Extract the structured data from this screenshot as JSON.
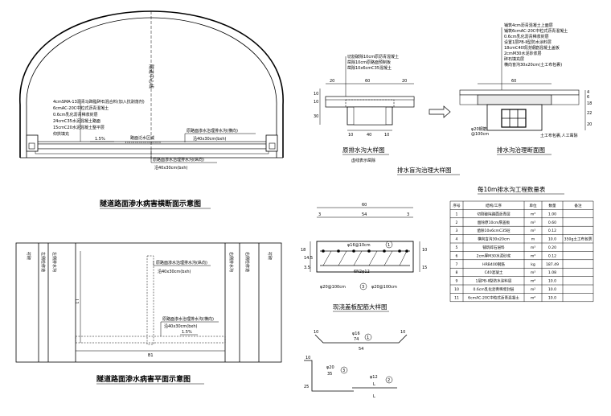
{
  "cross_section": {
    "title": "隧道路面渗水病害横断面示意图",
    "centerline": "隧道中心线",
    "layers": [
      "4cmSMA-13沥青马蹄脂碎石混合料(加入抗剥落剂)",
      "6cmAC-20C中粒式沥青混凝土",
      "0.6cm乳化沥青稀浆封层",
      "24cmC35水泥混凝土路面",
      "15cmC20水泥混凝土整平层",
      "仰拱填充"
    ],
    "slope": "1.5%",
    "water_area": "路面泛水区域",
    "ditch_h_label": "原路面渗水治理排水沟(横向)",
    "ditch_h_size": "沿40x30cm(bxh)",
    "ditch_v_label": "原路面渗水治理排水沟(纵向)",
    "ditch_v_size": "沿40x30cm(bxh)"
  },
  "plan_view": {
    "title": "隧道路面渗水病害平面示意图",
    "left_cols": [
      "衬砌",
      "左侧检修道",
      "左侧排水沟"
    ],
    "right_cols": [
      "右侧排水沟",
      "右侧检修道",
      "衬砌"
    ],
    "ditch_v_label": "原路面渗水治理排水沟(纵向)",
    "ditch_v_size": "沿40x30cm(bxh)",
    "ditch_h_label": "原路面渗水治理排水沟(横向)",
    "ditch_h_size": "沿40x30cm(bxh)",
    "slope": "1.5%",
    "dim_l1": "L1",
    "dim_b": "B1"
  },
  "orig_ditch": {
    "title": "原排水沟大样图",
    "subtitle": "虚线表示凿除",
    "notes": [
      "切割破除10cm原沥青混凝土",
      "凿除10cm原路面预制板",
      "凿除10x6cmC35混凝土"
    ],
    "dims_top": [
      "20",
      "60",
      "20"
    ],
    "dims_bottom": [
      "10",
      "40",
      "10"
    ],
    "dims_left": [
      "10",
      "10",
      "30"
    ]
  },
  "new_ditch": {
    "title": "排水沟治理断面图",
    "notes": [
      "铺筑4cm沥青混凝土上面层",
      "铺筑6cmAC-20C中粒式沥青混凝土",
      "0.6cm乳化沥青稀浆封层",
      "设置1层PB-Ⅱ型防水涂料层",
      "18cmC40现浇钢筋混凝土盖板",
      "2cmM30水泥砂浆层",
      "碎石填充层",
      "横向盲沟30x20cm(土工布包裹)"
    ],
    "rebar_label": "φ20钢筋",
    "rebar_spacing": "@100cm",
    "fabric": "土工布包裹,人工凿除",
    "dim_top": "60",
    "dims_right": [
      "4",
      "6",
      "18",
      "22",
      "20"
    ]
  },
  "group_title": "排水盲沟治理大样图",
  "slab": {
    "title": "现浇盖板配筋大样图",
    "dim_total": "60",
    "dim_inner": "54",
    "dim_edge": "3",
    "top_bar": "φ16@10cm",
    "top_bar_no": "1",
    "bottom_bar": "6N2φ12",
    "stirrup": "φ20@100cm",
    "stirrup_no": "3",
    "stirrup2": "φ20@100cm",
    "dims_left": [
      "18",
      "14.5",
      "3.5"
    ],
    "dims_right": [
      "10",
      "15"
    ]
  },
  "rebar_detail": {
    "r1_label": "φ16",
    "r1_len": "74",
    "r1_no": "1",
    "r1_hook": "10",
    "r1_base": "54",
    "r3_label": "φ20",
    "r3_len": "35",
    "r3_no": "3",
    "r3_hook": "10",
    "r3_side": "25",
    "r2_label": "φ12",
    "r2_len": "L",
    "r2_no": "2",
    "r2_base": "L"
  },
  "quantity_table": {
    "title": "每10m排水沟工程数量表",
    "headers": [
      "序号",
      "结构/工序",
      "单位",
      "数量",
      "备注"
    ],
    "rows": [
      [
        "1",
        "切割破除路面沥青层",
        "m³",
        "1.00",
        ""
      ],
      [
        "2",
        "凿除原10cm厚盖板",
        "m³",
        "0.60",
        ""
      ],
      [
        "3",
        "凿除10x6cmC35砼",
        "m³",
        "0.12",
        ""
      ],
      [
        "4",
        "横向盲沟30x20cm",
        "m",
        "10.0",
        "350g土工布包裹"
      ],
      [
        "5",
        "铺筑碎石层料",
        "m³",
        "0.20",
        ""
      ],
      [
        "6",
        "2cm厚M30水泥砂浆",
        "m³",
        "0.12",
        ""
      ],
      [
        "7",
        "HRB400钢筋",
        "kg",
        "187.49",
        ""
      ],
      [
        "8",
        "C40混凝土",
        "m³",
        "1.08",
        ""
      ],
      [
        "9",
        "1层PB-Ⅱ型防水涂料层",
        "m²",
        "10.0",
        ""
      ],
      [
        "10",
        "0.6cm乳化沥青稀浆封层",
        "m²",
        "10.0",
        ""
      ],
      [
        "11",
        "6cmAC-20C中粒式沥青混凝土",
        "m²",
        "10.0",
        ""
      ]
    ]
  }
}
